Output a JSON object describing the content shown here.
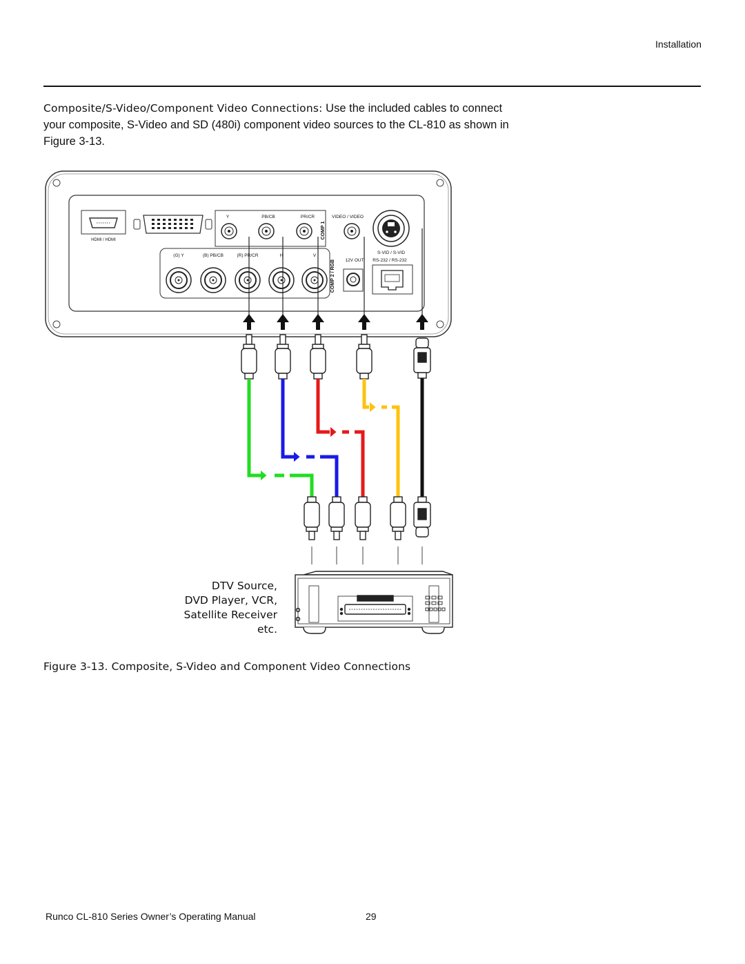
{
  "header": {
    "section": "Installation"
  },
  "intro": {
    "lead": "Composite/S-Video/Component Video Connections:",
    "body": " Use the included cables to connect your composite, S-Video and SD (480i) component video sources to the CL-810 as shown in Figure 3-13."
  },
  "panel": {
    "hdmi_label": "HDMI / HDMI",
    "comp1_jacks": [
      "Y",
      "PB/CB",
      "PR/CR"
    ],
    "comp1_label": "COMP 1",
    "video_label": "VIDEO / VIDEO",
    "svid_label": "S-VID / S-VID",
    "rs232_label": "RS-232 / RS-232",
    "trigger_label": "12V OUT",
    "comp2_label": "COMP 2 / RGB",
    "rgb_jacks": [
      "(G) Y",
      "(B) PB/CB",
      "(R) PR/CR",
      "H",
      "V"
    ]
  },
  "cable_colors": {
    "green": "#22dd22",
    "blue": "#1a1ae6",
    "red": "#e61919",
    "yellow": "#ffc20e",
    "black": "#111111"
  },
  "device": {
    "label_lines": [
      "DTV Source,",
      "DVD Player, VCR,",
      "Satellite Receiver",
      "etc."
    ]
  },
  "figure": {
    "caption": "Figure 3-13. Composite, S-Video and Component Video Connections"
  },
  "footer": {
    "manual_title": "Runco CL-810 Series Owner’s Operating Manual",
    "page_number": "29"
  }
}
